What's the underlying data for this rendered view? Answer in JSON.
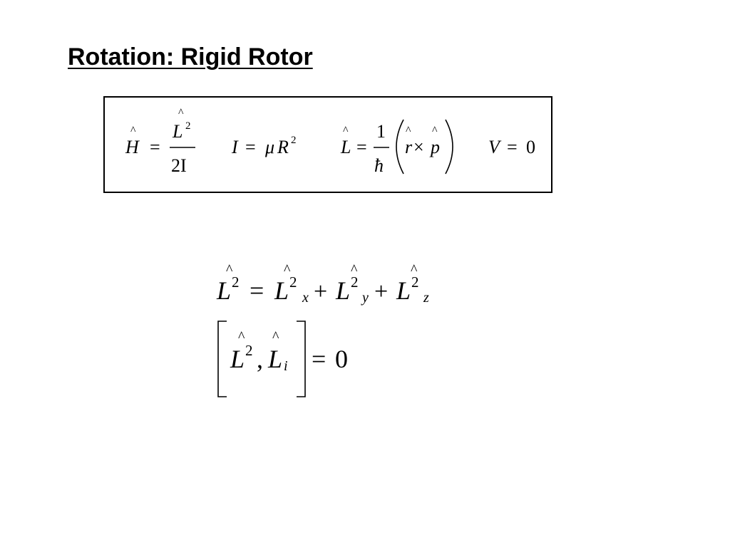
{
  "slide": {
    "title": "Rotation: Rigid Rotor"
  },
  "box_equations": {
    "hamiltonian": {
      "lhs": "H",
      "equals": "=",
      "num_symbol": "L",
      "num_exp": "2",
      "den": "2I"
    },
    "moment_of_inertia": {
      "lhs": "I",
      "equals": "=",
      "mu": "μ",
      "r": "R",
      "exp": "2"
    },
    "angular_momentum": {
      "lhs": "L",
      "equals": "=",
      "num": "1",
      "den": "ħ",
      "r": "r",
      "times": "×",
      "p": "p"
    },
    "potential": {
      "lhs": "V",
      "equals": "=",
      "rhs": "0"
    }
  },
  "sum_equation": {
    "symbol": "L",
    "exp": "2",
    "equals": "=",
    "plus": "+",
    "sub_x": "x",
    "sub_y": "y",
    "sub_z": "z"
  },
  "commutator_equation": {
    "symbol": "L",
    "exp": "2",
    "comma": ",",
    "sub_i": "i",
    "equals": "=",
    "rhs": "0"
  },
  "hat_glyph": "^"
}
